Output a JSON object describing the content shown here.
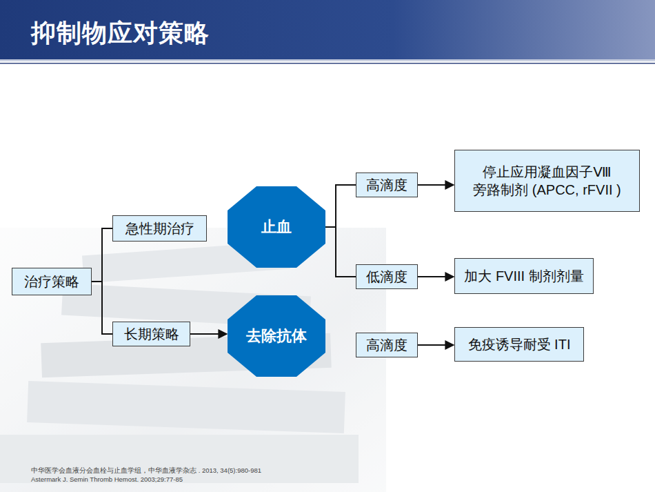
{
  "diagram": {
    "title": "抑制物应对策略",
    "nodes": [
      {
        "text": [
          "治疗策略"
        ]
      },
      {
        "text": [
          "急性期治疗"
        ]
      },
      {
        "text": [
          "长期策略"
        ]
      },
      {
        "text": [
          "止血"
        ]
      },
      {
        "text": [
          "去除抗体"
        ]
      },
      {
        "text": [
          "高滴度"
        ]
      },
      {
        "text": [
          "低滴度"
        ]
      },
      {
        "text": [
          "高滴度"
        ]
      },
      {
        "text": [
          "停止应用凝血因子Ⅷ 旁路制剂 (APCC, rFVII )"
        ]
      },
      {
        "text": [
          "加大 FVIII 制剂剂量"
        ]
      },
      {
        "text": [
          "免疫诱导耐受 ITI"
        ]
      }
    ],
    "edges": [
      {
        "from": 0,
        "to": 1,
        "arrow": "none"
      },
      {
        "from": 0,
        "to": 2,
        "arrow": "none"
      },
      {
        "from": 2,
        "to": 4,
        "arrow": "to"
      },
      {
        "from": 3,
        "to": 5,
        "arrow": "none"
      },
      {
        "from": 3,
        "to": 6,
        "arrow": "none"
      },
      {
        "from": 5,
        "to": 8,
        "arrow": "to"
      },
      {
        "from": 6,
        "to": 9,
        "arrow": "to"
      },
      {
        "from": 7,
        "to": 10,
        "arrow": "to"
      }
    ],
    "labels": [
      "中华医学会血液分会血栓与止血学组，中华血液学杂志 . 2013, 34(5):980-981",
      "Astermark J. Semin Thromb Hemost. 2003;29:77-85"
    ]
  }
}
